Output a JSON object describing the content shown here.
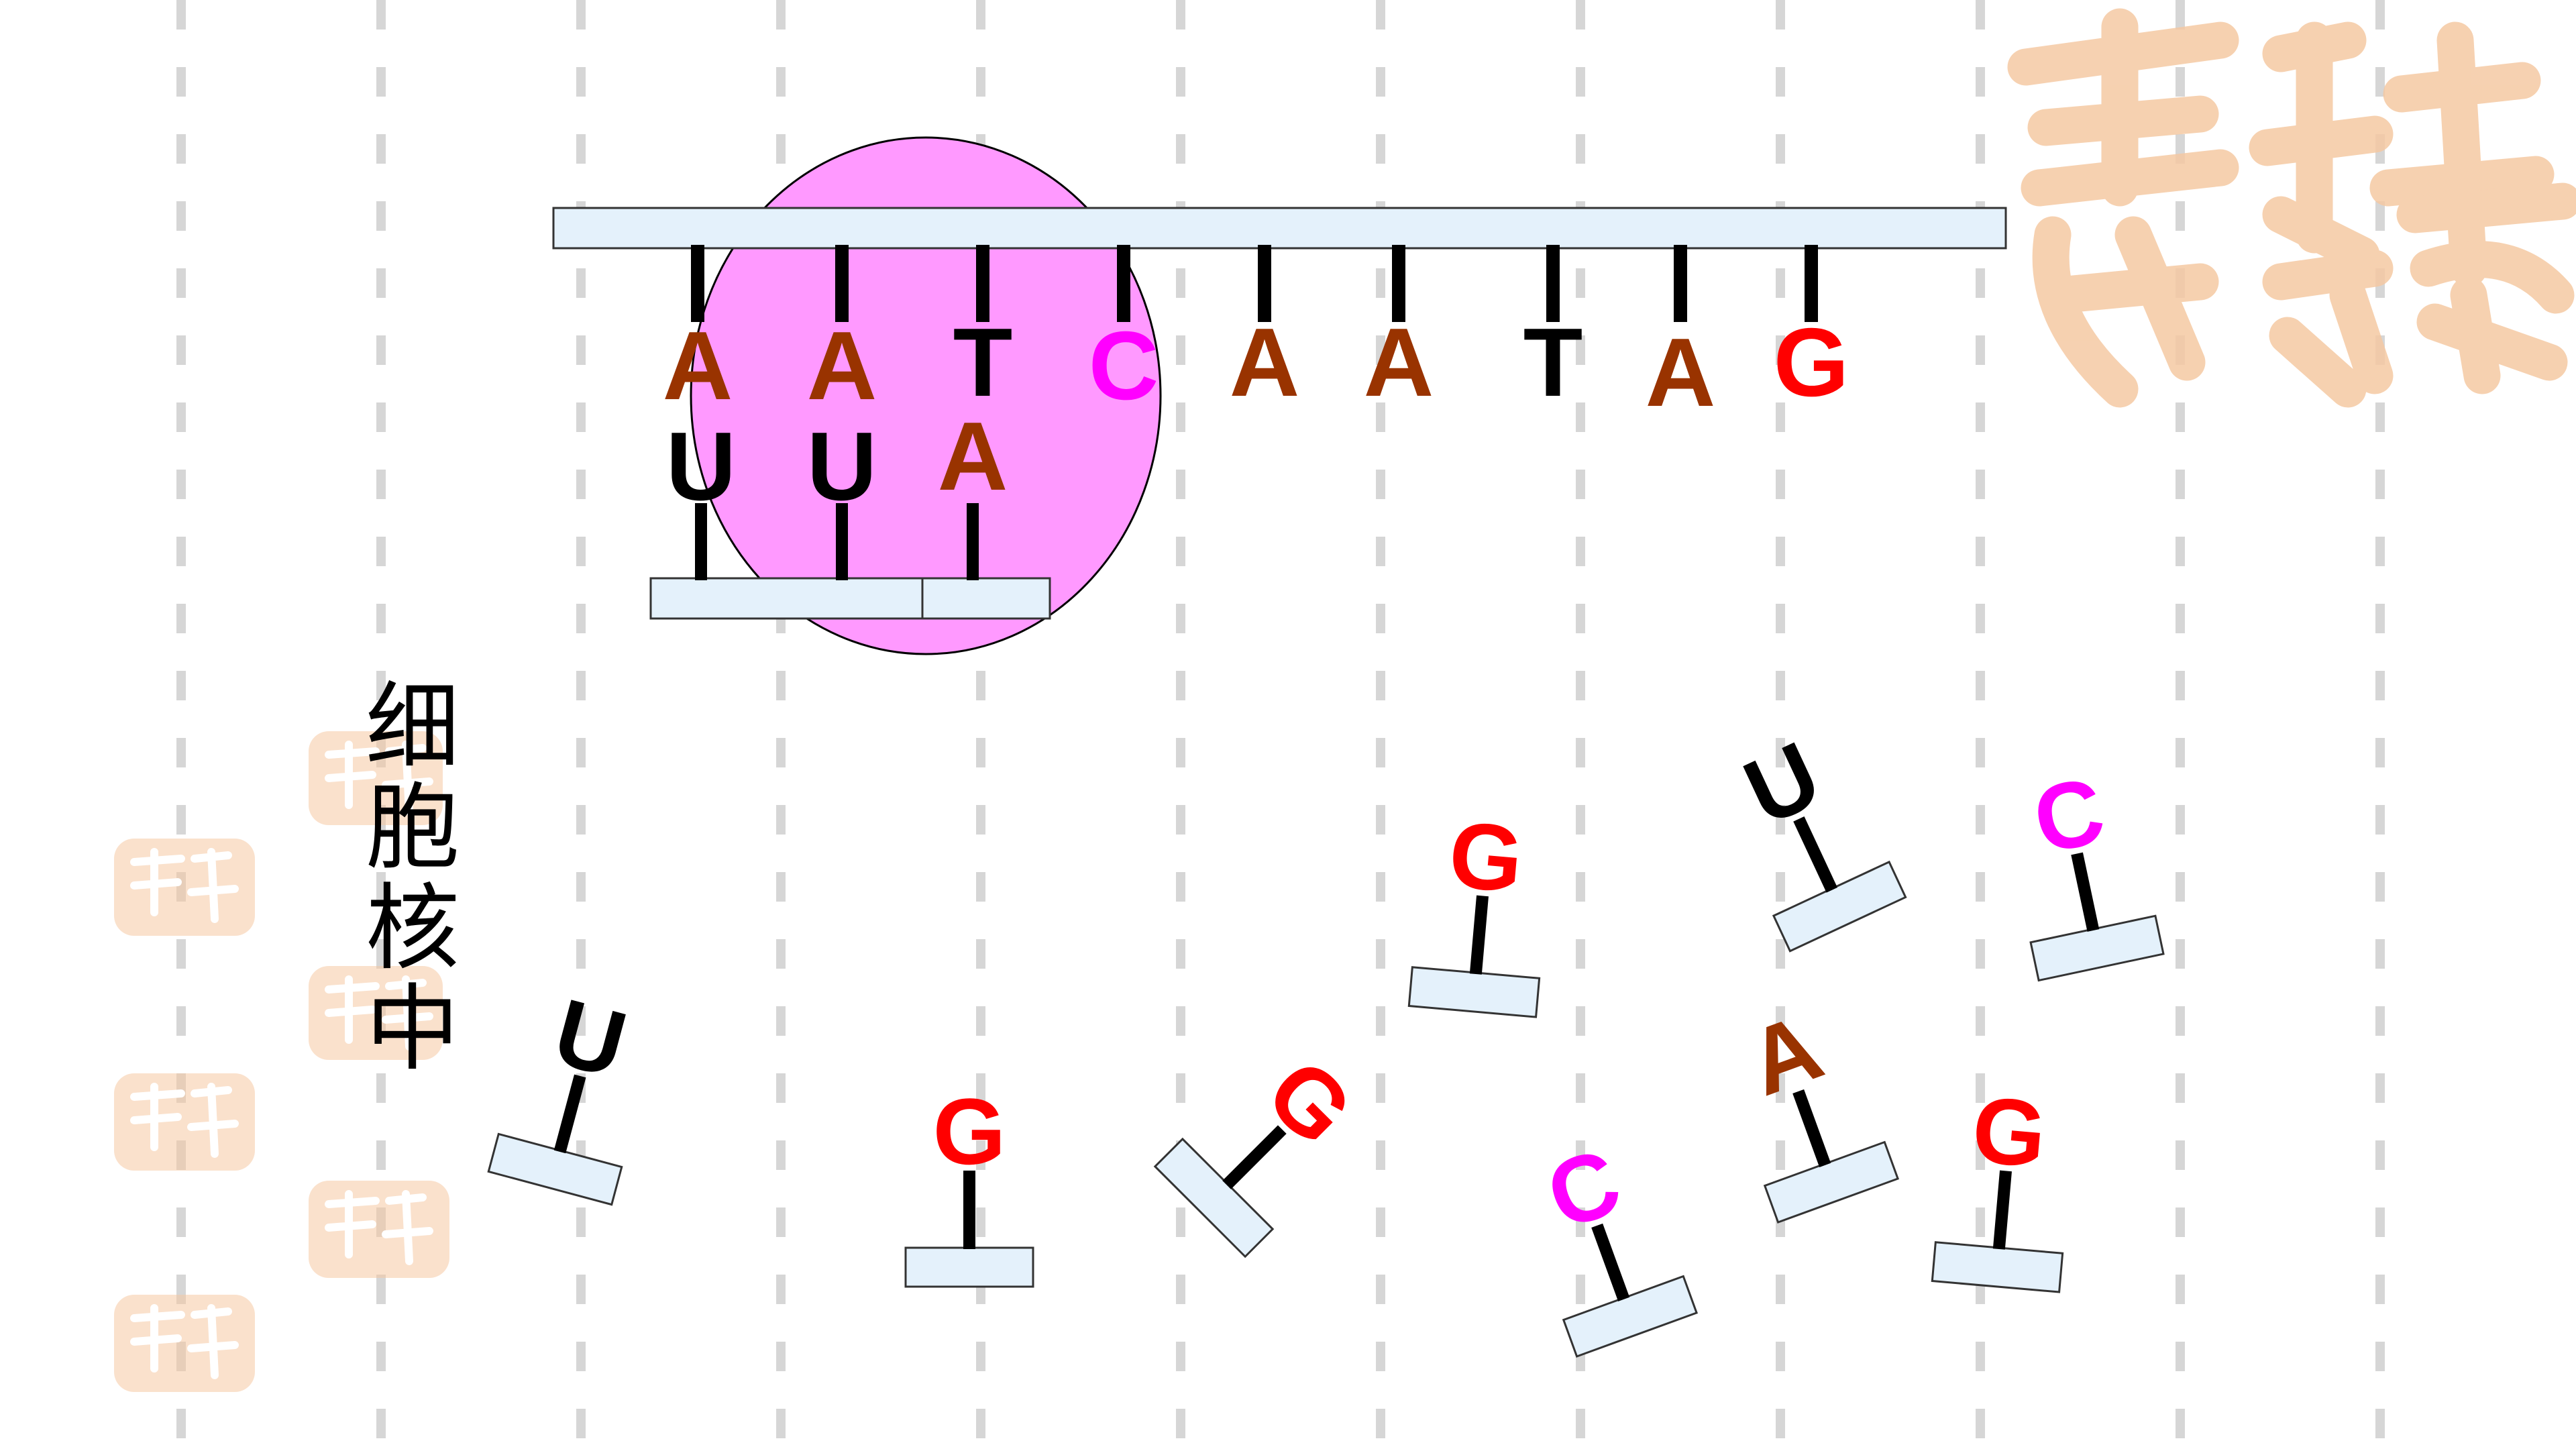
{
  "template_strand": {
    "bases": [
      "A",
      "A",
      "T",
      "C",
      "A",
      "A",
      "T",
      "A",
      "G"
    ]
  },
  "rna_strand": {
    "bases": [
      "U",
      "U",
      "A"
    ]
  },
  "free_nucleotides": [
    "U",
    "G",
    "G",
    "G",
    "U",
    "C",
    "A",
    "C",
    "G"
  ],
  "label": "细胞核中",
  "base_colors": {
    "A": "#993300",
    "T": "#000000",
    "U": "#000000",
    "C": "#ff00ff",
    "G": "#ff0000"
  },
  "colors": {
    "backbone_fill": "#e4f1fb",
    "backbone_stroke": "#333333",
    "enzyme_fill": "#ff99ff",
    "dash_line": "#d6d6d6",
    "seal": "#f5c9a3"
  }
}
